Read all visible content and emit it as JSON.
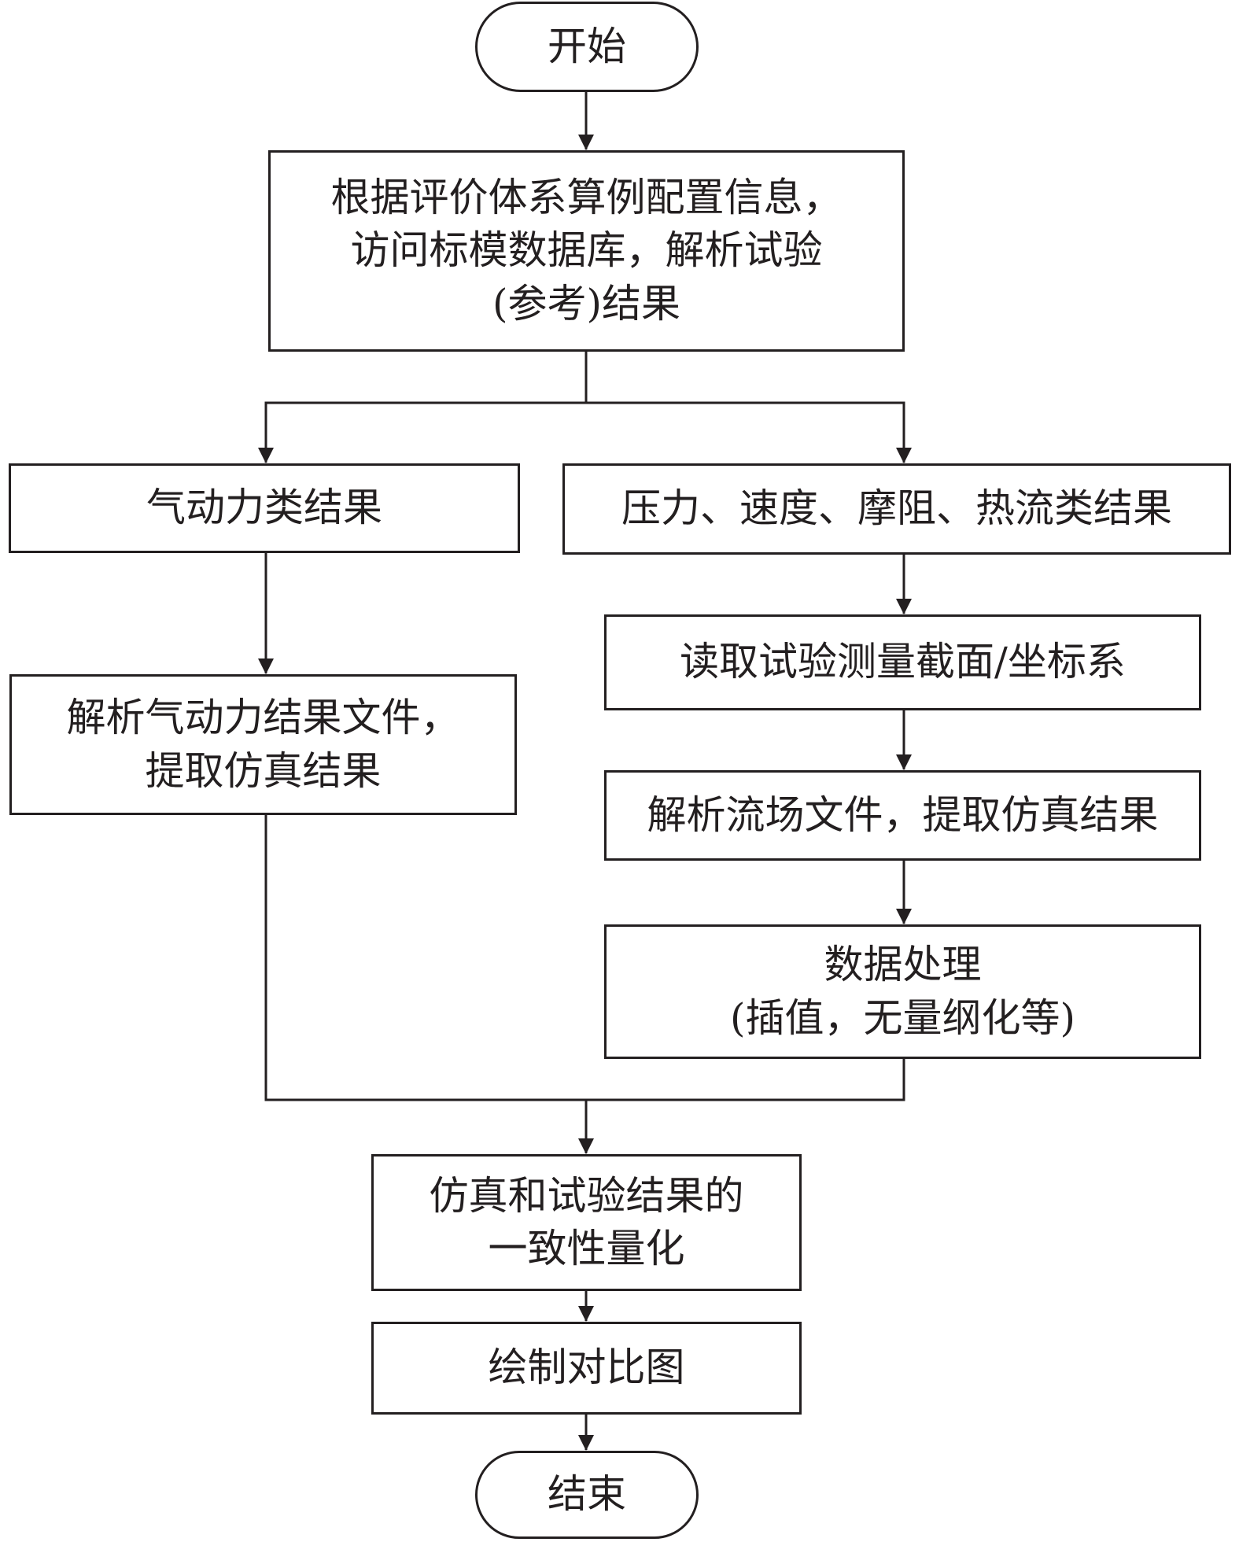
{
  "nodes": {
    "start": {
      "lines": [
        "开始"
      ]
    },
    "parse_config": {
      "lines": [
        "根据评价体系算例配置信息，",
        "访问标模数据库，解析试验",
        "(参考)结果"
      ]
    },
    "aero_results": {
      "lines": [
        "气动力类结果"
      ]
    },
    "field_results": {
      "lines": [
        "压力、速度、摩阻、热流类结果"
      ]
    },
    "parse_aero_file": {
      "lines": [
        "解析气动力结果文件，",
        "提取仿真结果"
      ]
    },
    "read_section": {
      "lines": [
        "读取试验测量截面/坐标系"
      ]
    },
    "parse_field_file": {
      "lines": [
        "解析流场文件，提取仿真结果"
      ]
    },
    "data_processing": {
      "lines": [
        "数据处理",
        "(插值，无量纲化等)"
      ]
    },
    "consistency": {
      "lines": [
        "仿真和试验结果的",
        "一致性量化"
      ]
    },
    "plot": {
      "lines": [
        "绘制对比图"
      ]
    },
    "end": {
      "lines": [
        "结束"
      ]
    }
  },
  "colors": {
    "stroke": "#231f20",
    "fill": "#ffffff"
  }
}
